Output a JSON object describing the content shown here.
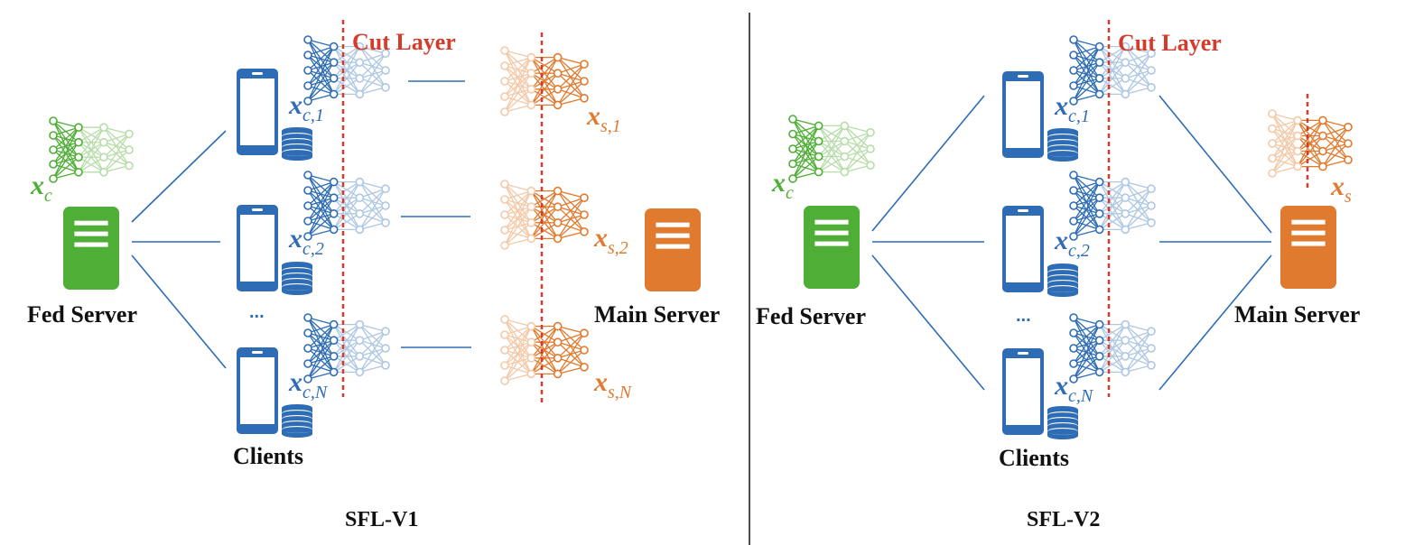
{
  "colors": {
    "client": "#2e6db5",
    "client_light": "#aec7e2",
    "fed": "#4fae35",
    "fed_light": "#b8dcaa",
    "main": "#e07a2e",
    "main_light": "#f3c9a8",
    "cut": "#d63a2b",
    "divider": "#111111"
  },
  "icons": {
    "phone": "smartphone-icon",
    "database": "database-icon",
    "server": "server-icon",
    "network": "neural-network-icon"
  },
  "left": {
    "caption": "SFL-V1",
    "fed_server": "Fed Server",
    "main_server": "Main Server",
    "clients": "Clients",
    "cut_layer": "Cut Layer",
    "ellipsis": "...",
    "fed_model": {
      "symbol": "x",
      "sub": "c"
    },
    "client_models": [
      {
        "symbol": "x",
        "sub": "c,1"
      },
      {
        "symbol": "x",
        "sub": "c,2"
      },
      {
        "symbol": "x",
        "sub": "c,N"
      }
    ],
    "server_models": [
      {
        "symbol": "x",
        "sub": "s,1"
      },
      {
        "symbol": "x",
        "sub": "s,2"
      },
      {
        "symbol": "x",
        "sub": "s,N"
      }
    ]
  },
  "right": {
    "caption": "SFL-V2",
    "fed_server": "Fed Server",
    "main_server": "Main Server",
    "clients": "Clients",
    "cut_layer": "Cut Layer",
    "ellipsis": "...",
    "fed_model": {
      "symbol": "x",
      "sub": "c"
    },
    "client_models": [
      {
        "symbol": "x",
        "sub": "c,1"
      },
      {
        "symbol": "x",
        "sub": "c,2"
      },
      {
        "symbol": "x",
        "sub": "c,N"
      }
    ],
    "server_model": {
      "symbol": "x",
      "sub": "s"
    }
  }
}
